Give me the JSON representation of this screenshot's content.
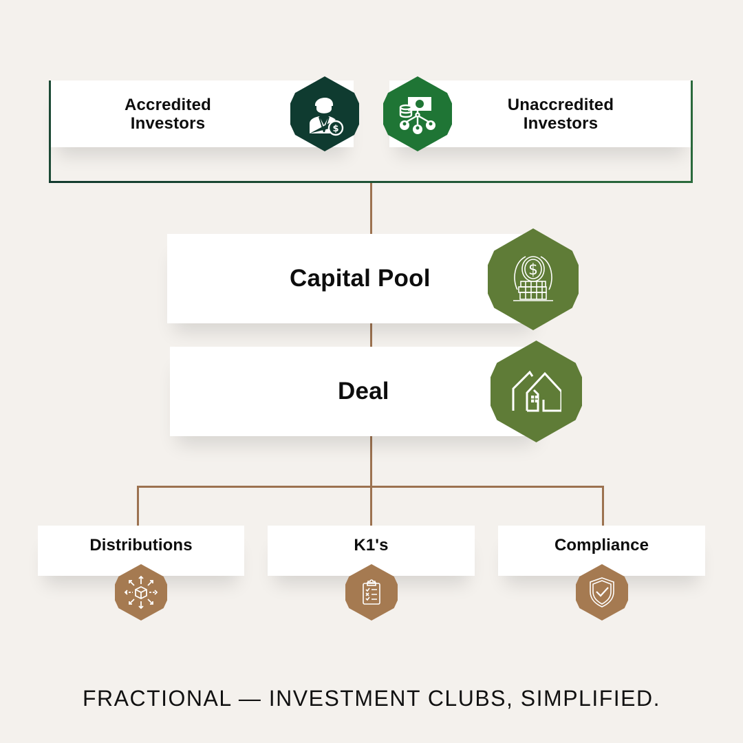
{
  "colors": {
    "background": "#f4f1ed",
    "card": "#ffffff",
    "dark_green": "#0f3b30",
    "bright_green": "#1f7535",
    "olive_green": "#5f7c37",
    "bronze": "#a57a51",
    "connector_brown": "#9c7250",
    "bracket_green": "#1c4a36"
  },
  "top_row": {
    "accredited": {
      "label_line1": "Accredited",
      "label_line2": "Investors",
      "icon": "investor-dollar-icon"
    },
    "unaccredited": {
      "label_line1": "Unaccredited",
      "label_line2": "Investors",
      "icon": "money-network-icon"
    }
  },
  "middle": {
    "capital_pool": {
      "label": "Capital Pool",
      "icon": "coin-stack-icon"
    },
    "deal": {
      "label": "Deal",
      "icon": "houses-icon"
    }
  },
  "outputs": [
    {
      "label": "Distributions",
      "icon": "distribution-box-icon"
    },
    {
      "label": "K1's",
      "icon": "clipboard-checklist-icon"
    },
    {
      "label": "Compliance",
      "icon": "shield-check-icon"
    }
  ],
  "tagline": "FRACTIONAL — INVESTMENT CLUBS, SIMPLIFIED."
}
